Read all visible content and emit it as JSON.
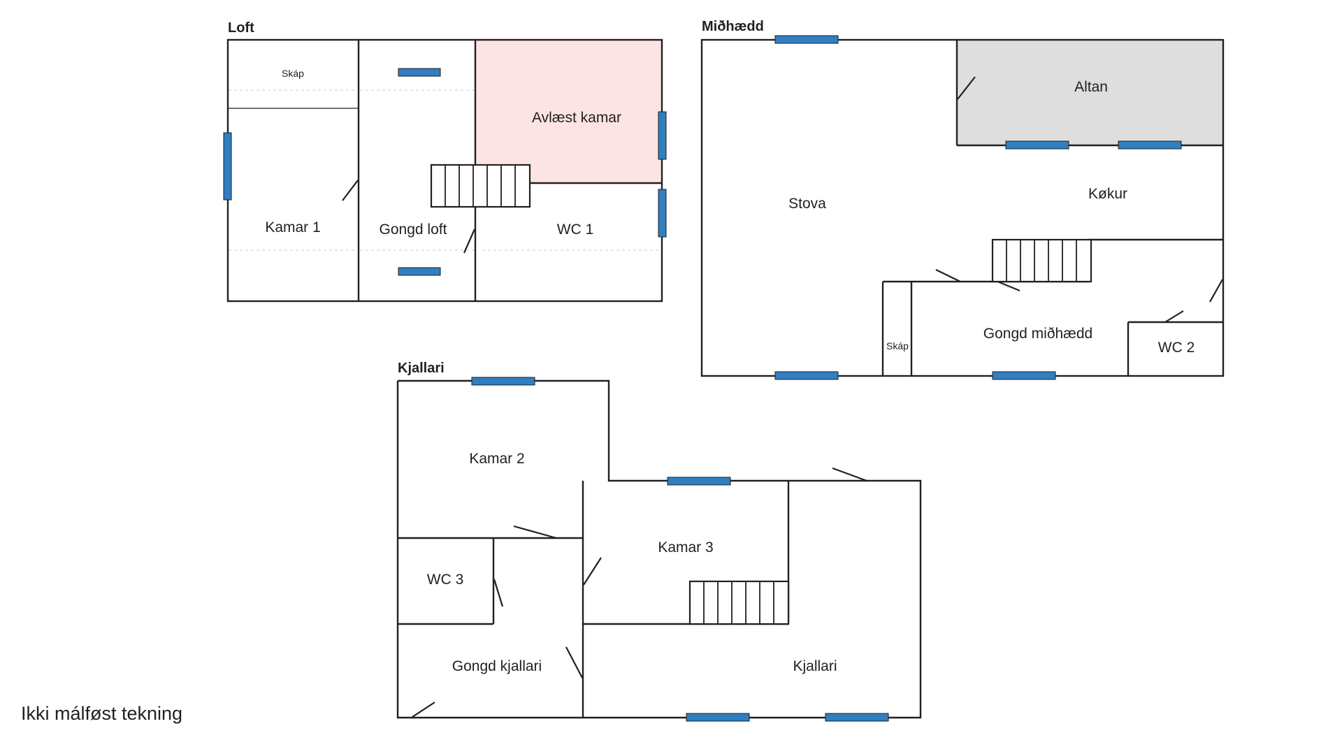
{
  "floors": {
    "loft": {
      "title": "Loft",
      "rooms": {
        "skap": "Skáp",
        "kamar1": "Kamar 1",
        "gongd": "Gongd loft",
        "avlaest": "Avlæst kamar",
        "wc1": "WC 1"
      }
    },
    "midhaedd": {
      "title": "Miðhædd",
      "rooms": {
        "altan": "Altan",
        "stova": "Stova",
        "kokur": "Køkur",
        "skap": "Skáp",
        "gongd": "Gongd miðhædd",
        "wc2": "WC 2"
      }
    },
    "kjallari": {
      "title": "Kjallari",
      "rooms": {
        "kamar2": "Kamar 2",
        "kamar3": "Kamar 3",
        "wc3": "WC 3",
        "gongd": "Gongd kjallari",
        "kjallari": "Kjallari"
      }
    }
  },
  "note": "Ikki málføst tekning",
  "colors": {
    "wall": "#231f20",
    "window": "#2f7fc1",
    "locked_room": "#fce4e4",
    "balcony": "#dedede"
  }
}
